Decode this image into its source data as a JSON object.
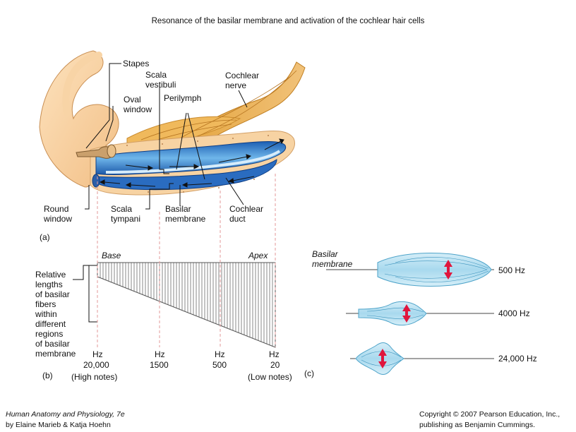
{
  "title": "Resonance of the basilar membrane and activation of the cochlear hair cells",
  "panel_a": {
    "stapes": "Stapes",
    "scala_vestibuli": "Scala\nvestibuli",
    "cochlear_nerve": "Cochlear\nnerve",
    "perilymph": "Perilymph",
    "oval_window": "Oval\nwindow",
    "round_window": "Round\nwindow",
    "scala_tympani": "Scala\ntympani",
    "basilar_membrane": "Basilar\nmembrane",
    "cochlear_duct": "Cochlear\nduct",
    "panel_label": "(a)"
  },
  "panel_b": {
    "base": "Base",
    "apex": "Apex",
    "fiber_label": "Relative\nlengths\nof basilar\nfibers\nwithin\ndifferent\nregions\nof basilar\nmembrane",
    "ticks": [
      {
        "unit": "Hz",
        "value": "20,000",
        "note": "(High notes)"
      },
      {
        "unit": "Hz",
        "value": "1500",
        "note": ""
      },
      {
        "unit": "Hz",
        "value": "500",
        "note": ""
      },
      {
        "unit": "Hz",
        "value": "20",
        "note": "(Low notes)"
      }
    ],
    "panel_label": "(b)"
  },
  "panel_c": {
    "basilar_membrane": "Basilar\nmembrane",
    "frequencies": [
      "500 Hz",
      "4000 Hz",
      "24,000 Hz"
    ],
    "panel_label": "(c)"
  },
  "footer": {
    "book": "Human Anatomy and Physiology, 7e",
    "authors": "by Elaine Marieb & Katja Hoehn",
    "copyright": "Copyright © 2007 Pearson Education, Inc.,",
    "publisher": "publishing as Benjamin Cummings."
  }
}
